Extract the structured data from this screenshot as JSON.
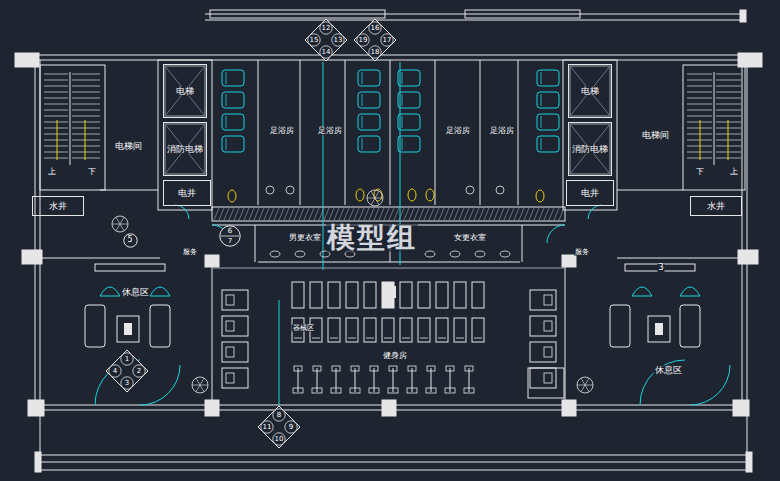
{
  "diagram": {
    "nodes": [
      {
        "text": [
          "12",
          "15",
          "13",
          "14"
        ]
      },
      {
        "text": [
          "16",
          "19",
          "17",
          "18"
        ]
      },
      {
        "text": [
          "电梯"
        ]
      },
      {
        "text": [
          "电梯"
        ]
      },
      {
        "text": [
          "消防电梯"
        ]
      },
      {
        "text": [
          "消防电梯"
        ]
      },
      {
        "text": [
          "电井"
        ]
      },
      {
        "text": [
          "电井"
        ]
      },
      {
        "text": [
          "水井"
        ]
      },
      {
        "text": [
          "水井"
        ]
      },
      {
        "text": [
          "5"
        ]
      },
      {
        "text": [
          "6",
          "7"
        ]
      },
      {
        "text": [
          "1",
          "4",
          "2",
          "3"
        ]
      },
      {
        "text": [
          "8",
          "11",
          "9",
          "10"
        ]
      }
    ],
    "labels": [
      "电梯间",
      "电梯间",
      "上",
      "下",
      "下",
      "上",
      "足浴房",
      "足浴房",
      "足浴房",
      "足浴房",
      "男更衣室",
      "女更衣室",
      "器械区",
      "健身房",
      "休息区",
      "休息区",
      "服务",
      "服务",
      "3",
      "模型组"
    ]
  }
}
